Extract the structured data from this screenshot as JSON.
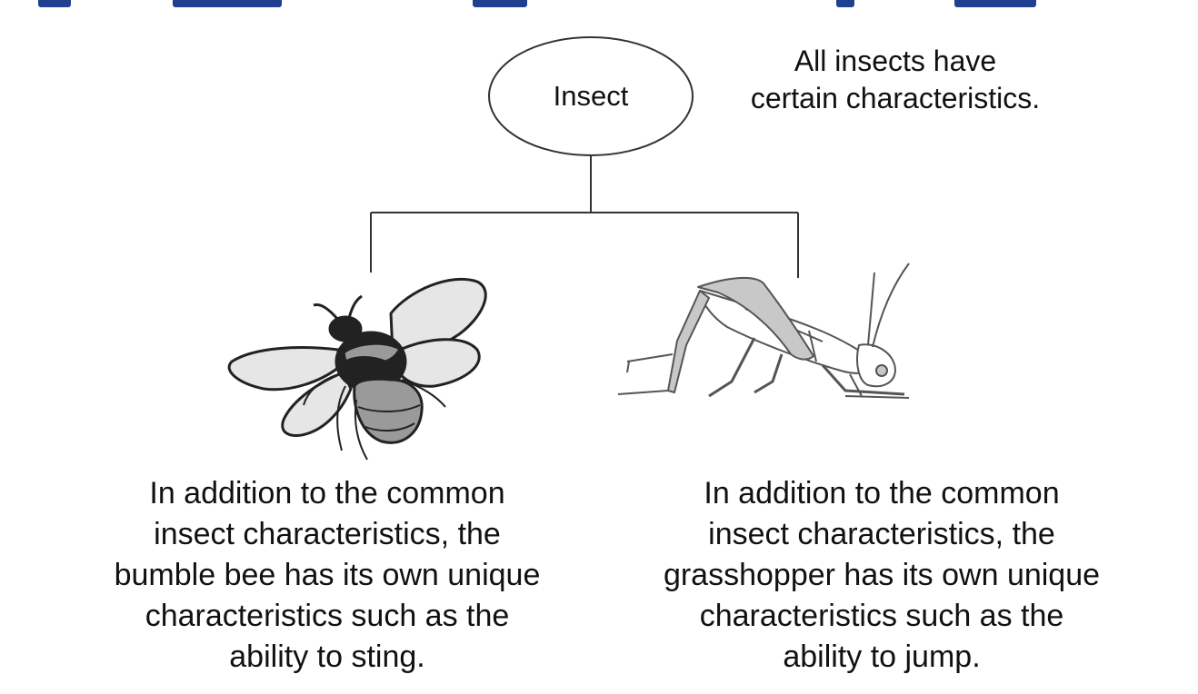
{
  "root": {
    "label": "Insect",
    "description": "All insects have\ncertain characteristics."
  },
  "children": [
    {
      "icon": "bumble-bee-icon",
      "description": "In addition to the common\ninsect characteristics, the\nbumble bee has its own unique\ncharacteristics such as the\nability to sting."
    },
    {
      "icon": "grasshopper-icon",
      "description": "In addition to the common\ninsect characteristics, the\ngrasshopper has its own unique\ncharacteristics such as the\nability to jump."
    }
  ],
  "colors": {
    "title_band": "#1f3f8f",
    "line": "#333333",
    "bee_wing": "#e6e6e6",
    "bee_body_dark": "#222222",
    "bee_body_gray": "#9a9a9a",
    "hopper_fill": "#c8c8c8"
  }
}
